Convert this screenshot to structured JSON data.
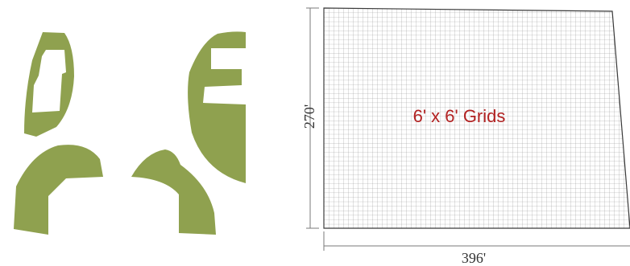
{
  "colors": {
    "shape": "#8fa14f",
    "label": "#b22222",
    "grid": "#4a4a4a"
  },
  "grid_panel": {
    "label": "6' x 6' Grids",
    "height_label": "270'",
    "width_label": "396'"
  }
}
